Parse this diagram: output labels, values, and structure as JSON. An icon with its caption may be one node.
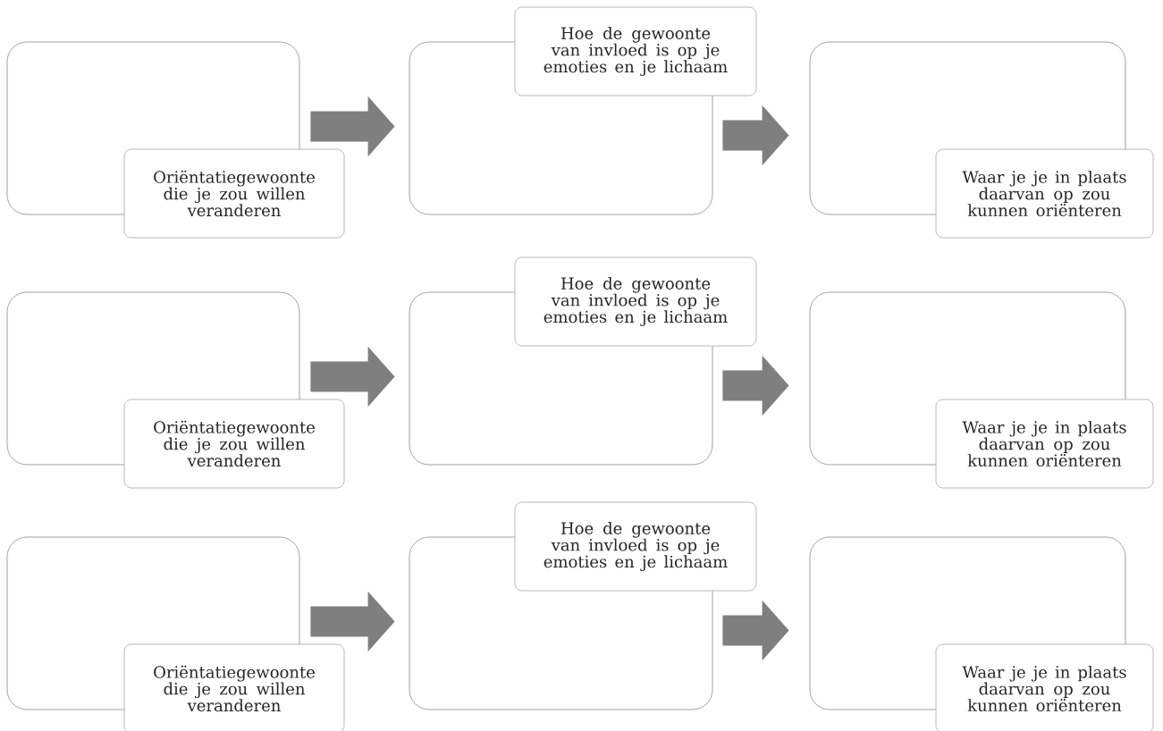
{
  "diagram": {
    "nodes": [
      {
        "text": [],
        "shape": "box"
      },
      {
        "text": [
          "Oriëntatiegewoonte die je zou willen veranderen"
        ]
      },
      {
        "text": [],
        "shape": "box"
      },
      {
        "text": [
          "Hoe de gewoonte van invloed is op je emoties en je lichaam"
        ]
      },
      {
        "text": [],
        "shape": "box"
      },
      {
        "text": [
          "Waar je je in plaats daarvan op zou kunnen oriënteren"
        ]
      },
      {
        "text": [],
        "shape": "box"
      },
      {
        "text": [
          "Oriëntatiegewoonte die je zou willen veranderen"
        ]
      },
      {
        "text": [],
        "shape": "box"
      },
      {
        "text": [
          "Hoe de gewoonte van invloed is op je emoties en je lichaam"
        ]
      },
      {
        "text": [],
        "shape": "box"
      },
      {
        "text": [
          "Waar je je in plaats daarvan op zou kunnen oriënteren"
        ]
      },
      {
        "text": [],
        "shape": "box"
      },
      {
        "text": [
          "Oriëntatiegewoonte die je zou willen veranderen"
        ]
      },
      {
        "text": [],
        "shape": "box"
      },
      {
        "text": [
          "Hoe de gewoonte van invloed is op je emoties en je lichaam"
        ]
      },
      {
        "text": [],
        "shape": "box"
      },
      {
        "text": [
          "Waar je je in plaats daarvan op zou kunnen oriënteren"
        ]
      }
    ],
    "edges": [
      {
        "from": 0,
        "to": 2,
        "arrow": "to"
      },
      {
        "from": 2,
        "to": 4,
        "arrow": "to"
      },
      {
        "from": 6,
        "to": 8,
        "arrow": "to"
      },
      {
        "from": 8,
        "to": 10,
        "arrow": "to"
      },
      {
        "from": 12,
        "to": 14,
        "arrow": "to"
      },
      {
        "from": 14,
        "to": 16,
        "arrow": "to"
      }
    ]
  }
}
